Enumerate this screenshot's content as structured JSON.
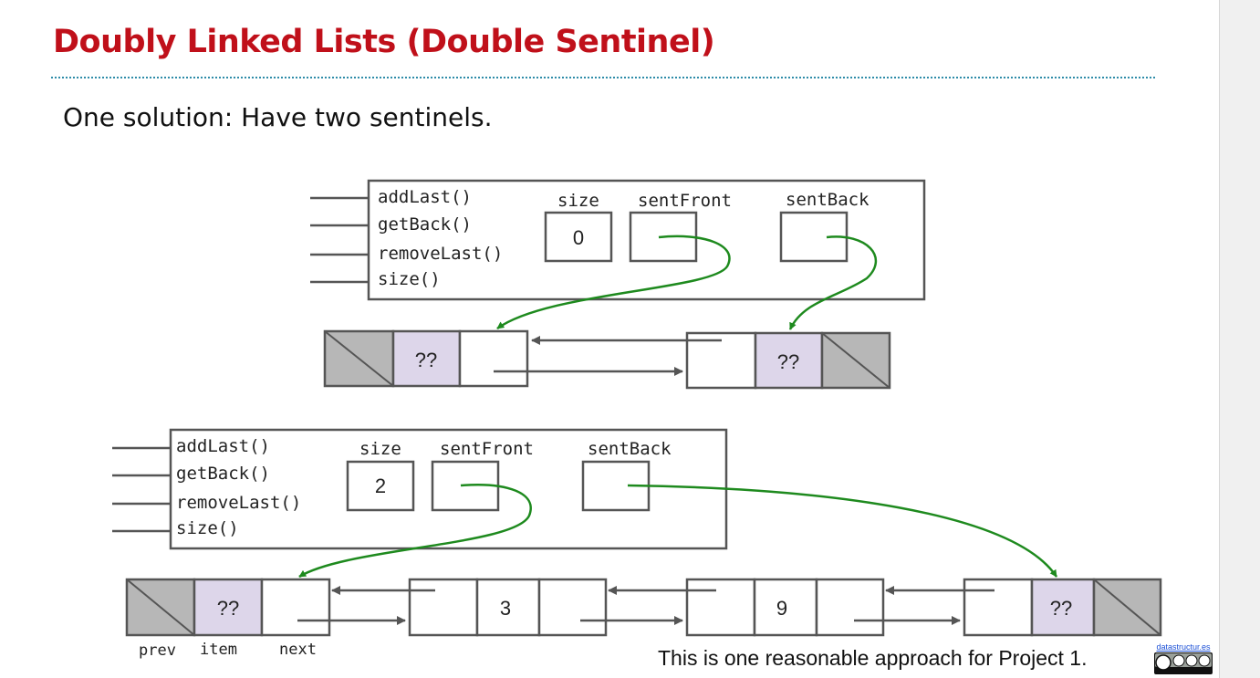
{
  "slide": {
    "title": "Doubly Linked Lists (Double Sentinel)",
    "subtitle": "One solution: Have two sentinels.",
    "footer": "This is one reasonable approach for Project 1.",
    "credit_link": "datastructur.es",
    "license_badge": "cc-by-nc-sa-icon"
  },
  "colors": {
    "title": "#c0101a",
    "item_fill": "#ddd6ea",
    "sentinel_fill": "#b7b7b7",
    "pointer_arrow": "#1e8a1e",
    "link_arrow": "#555555"
  },
  "diagram": {
    "top": {
      "methods": [
        "addLast()",
        "getBack()",
        "removeLast()",
        "size()"
      ],
      "fields": {
        "size_label": "size",
        "front_label": "sentFront",
        "back_label": "sentBack",
        "size_value": "0"
      },
      "nodes": [
        {
          "kind": "front-sentinel",
          "item": "??"
        },
        {
          "kind": "back-sentinel",
          "item": "??"
        }
      ]
    },
    "bottom": {
      "methods": [
        "addLast()",
        "getBack()",
        "removeLast()",
        "size()"
      ],
      "fields": {
        "size_label": "size",
        "front_label": "sentFront",
        "back_label": "sentBack",
        "size_value": "2"
      },
      "nodes": [
        {
          "kind": "front-sentinel",
          "item": "??"
        },
        {
          "kind": "node",
          "item": "3"
        },
        {
          "kind": "node",
          "item": "9"
        },
        {
          "kind": "back-sentinel",
          "item": "??"
        }
      ],
      "node_labels": {
        "prev": "prev",
        "item": "item",
        "next": "next"
      }
    }
  }
}
